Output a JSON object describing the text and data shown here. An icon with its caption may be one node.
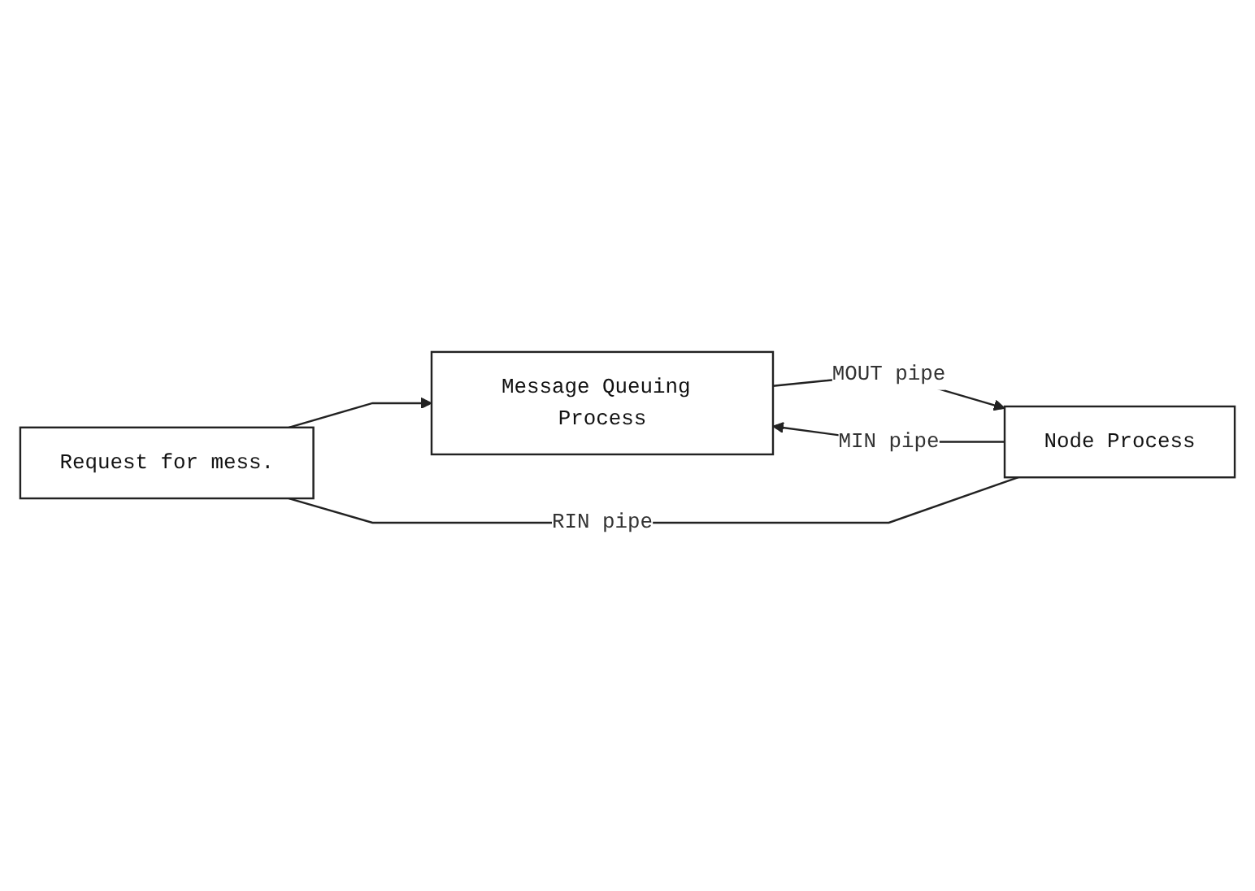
{
  "diagram": {
    "nodes": [
      {
        "text": [
          "Request for mess."
        ]
      },
      {
        "text": [
          "Message Queuing Process"
        ]
      },
      {
        "text": [
          "Node Process"
        ]
      }
    ],
    "edges": [
      {
        "from": 0,
        "to": 1,
        "arrow": "to"
      },
      {
        "from": 1,
        "to": 2,
        "arrow": "to",
        "label": "MOUT pipe"
      },
      {
        "from": 2,
        "to": 1,
        "arrow": "to",
        "label": "MIN pipe"
      },
      {
        "from": 2,
        "to": 0,
        "arrow": "none",
        "label": "RIN pipe"
      }
    ]
  }
}
